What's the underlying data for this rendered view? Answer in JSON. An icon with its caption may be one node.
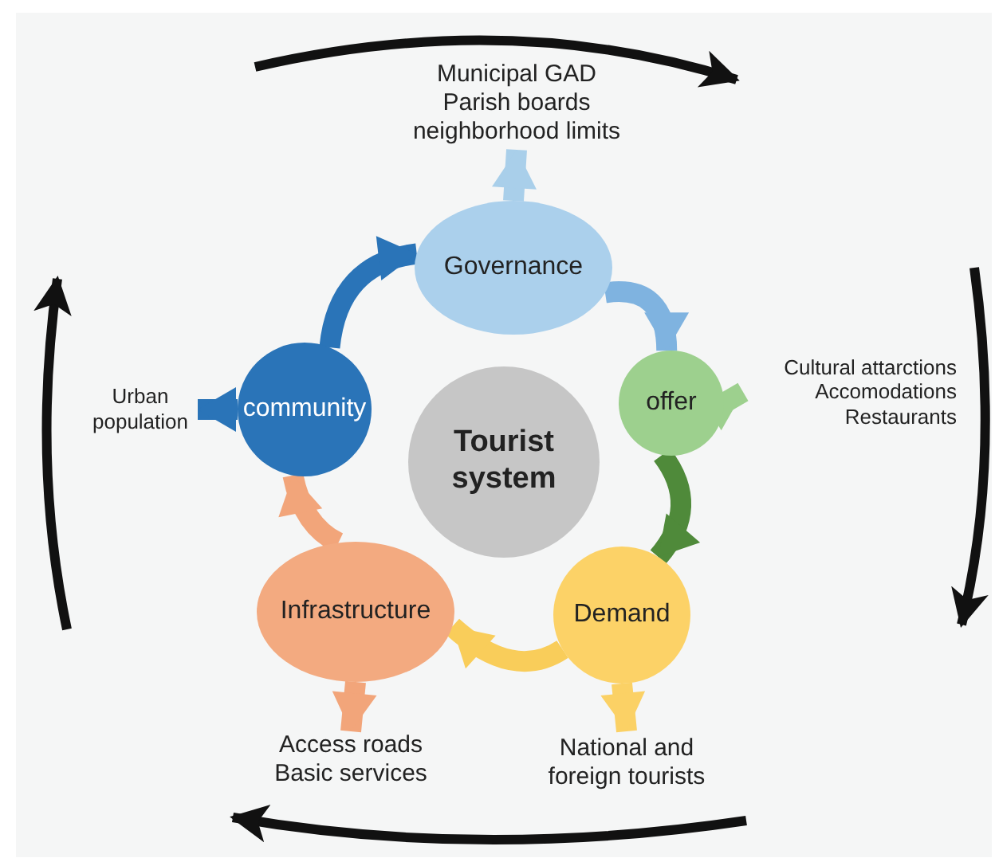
{
  "diagram": {
    "nodes": [
      {
        "text": [
          "Tourist system"
        ]
      },
      {
        "text": [
          "Governance"
        ]
      },
      {
        "text": [
          "offer"
        ]
      },
      {
        "text": [
          "Demand"
        ]
      },
      {
        "text": [
          "Infrastructure"
        ]
      },
      {
        "text": [
          "community"
        ]
      },
      {
        "text": [
          "Municipal GAD",
          "Parish boards",
          "neighborhood limits"
        ]
      },
      {
        "text": [
          "Cultural attarctions",
          "Accomodations",
          "Restaurants"
        ]
      },
      {
        "text": [
          "Urban population"
        ]
      },
      {
        "text": [
          "National and foreign tourists"
        ]
      },
      {
        "text": [
          "Access roads",
          "Basic services"
        ]
      }
    ],
    "edges": [
      {
        "from": 5,
        "to": 1,
        "arrow": "to",
        "color": "#2a74b8"
      },
      {
        "from": 1,
        "to": 2,
        "arrow": "to",
        "color": "#7fb3e0"
      },
      {
        "from": 2,
        "to": 3,
        "arrow": "to",
        "color": "#4f8a3a"
      },
      {
        "from": 3,
        "to": 4,
        "arrow": "to",
        "color": "#f9cd5a"
      },
      {
        "from": 4,
        "to": 5,
        "arrow": "to",
        "color": "#f2a57a"
      },
      {
        "from": 1,
        "to": 6,
        "arrow": "to",
        "color": "#a9cfea"
      },
      {
        "from": 2,
        "to": 7,
        "arrow": "to",
        "color": "#9dd08e"
      },
      {
        "from": 3,
        "to": 9,
        "arrow": "to",
        "color": "#fbd165"
      },
      {
        "from": 4,
        "to": 10,
        "arrow": "to",
        "color": "#f2a57a"
      },
      {
        "from": 5,
        "to": 8,
        "arrow": "to",
        "color": "#2a74b8"
      }
    ]
  }
}
